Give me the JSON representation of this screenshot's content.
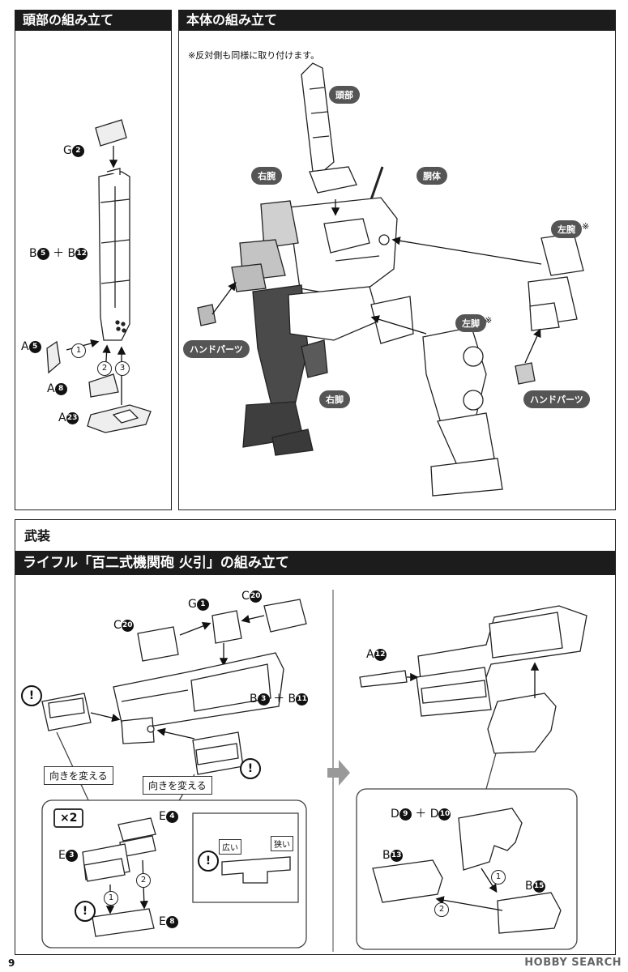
{
  "sections": {
    "head": {
      "title": "頭部の組み立て"
    },
    "body": {
      "title": "本体の組み立て",
      "note": "※反対側も同様に取り付けます。"
    },
    "weapons": {
      "label": "武装",
      "title": "ライフル「百二式機関砲 火引」の組み立て"
    }
  },
  "head_parts": {
    "g2": {
      "letter": "G",
      "num": "2"
    },
    "b5b12": {
      "a": "B",
      "a_num": "5",
      "plus": "＋",
      "b": "B",
      "b_num": "12"
    },
    "a5": {
      "letter": "A",
      "num": "5"
    },
    "a8": {
      "letter": "A",
      "num": "8"
    },
    "a23": {
      "letter": "A",
      "num": "23"
    },
    "steps": [
      "1",
      "2",
      "3"
    ]
  },
  "body_labels": {
    "head": "頭部",
    "right_arm": "右腕",
    "torso": "胴体",
    "left_arm": "左腕",
    "left_arm_mark": "※",
    "left_leg": "左脚",
    "left_leg_mark": "※",
    "right_leg": "右脚",
    "hand_left_side": "ハンドパーツ",
    "hand_right_side": "ハンドパーツ"
  },
  "rifle_left": {
    "g1": {
      "letter": "G",
      "num": "1"
    },
    "c20_top": {
      "letter": "C",
      "num": "20"
    },
    "c20_left": {
      "letter": "C",
      "num": "20"
    },
    "b3b11": {
      "a": "B",
      "a_num": "3",
      "plus": "＋",
      "b": "B",
      "b_num": "11"
    },
    "turn_1": "向きを変える",
    "turn_2": "向きを変える",
    "x2": "×2",
    "e4": {
      "letter": "E",
      "num": "4"
    },
    "e3": {
      "letter": "E",
      "num": "3"
    },
    "e8": {
      "letter": "E",
      "num": "8"
    },
    "wide": "広い",
    "narrow": "狭い",
    "steps": [
      "1",
      "2"
    ]
  },
  "rifle_right": {
    "a12": {
      "letter": "A",
      "num": "12"
    },
    "d9d10": {
      "a": "D",
      "a_num": "9",
      "plus": "＋",
      "b": "D",
      "b_num": "10"
    },
    "b13": {
      "letter": "B",
      "num": "13"
    },
    "b15": {
      "letter": "B",
      "num": "15"
    },
    "steps": [
      "1",
      "2"
    ]
  },
  "warning_symbol": "!",
  "page_number": "9",
  "watermark": "HOBBY SEARCH"
}
